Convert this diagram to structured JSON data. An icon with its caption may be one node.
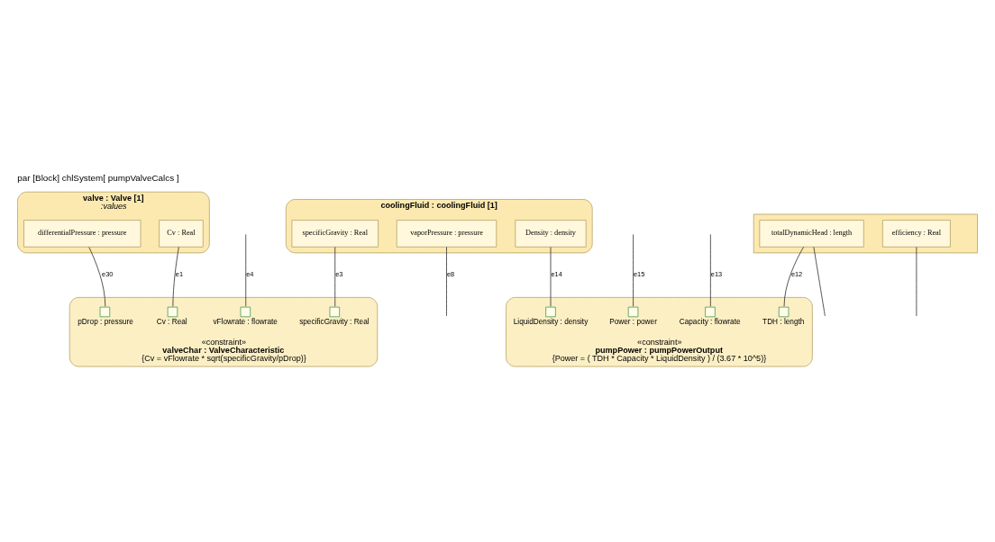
{
  "diagram": {
    "title": "par [Block] chlSystem[ pumpValveCalcs ]",
    "nodes": [
      {
        "text": [
          "valve : Valve [1]",
          ":values"
        ]
      },
      {
        "text": [
          "differentialPressure : pressure"
        ],
        "in": 0
      },
      {
        "text": [
          "Cv : Real"
        ],
        "in": 0
      },
      {
        "text": [
          "coolingFluid : coolingFluid [1]"
        ]
      },
      {
        "text": [
          "vaporPressure : pressure"
        ],
        "in": 3
      },
      {
        "text": [
          "specificGravity : Real"
        ],
        "in": 3
      },
      {
        "text": [
          "Density : density"
        ],
        "in": 3
      },
      {
        "text": [],
        "shape": "box"
      },
      {
        "text": [
          "totalDynamicHead : length"
        ],
        "in": 7
      },
      {
        "text": [
          "efficiency : Real"
        ],
        "in": 7
      },
      {
        "text": [
          "«constraint»",
          "valveChar : ValveCharacteristic",
          "{Cv = vFlowrate * sqrt(specificGravity/pDrop)}"
        ]
      },
      {
        "text": [],
        "shape": "box",
        "beside": [
          "Cv : Real"
        ],
        "in": 10
      },
      {
        "text": [],
        "shape": "box",
        "beside": [
          "specificGravity : Real"
        ],
        "in": 10
      },
      {
        "text": [],
        "shape": "box",
        "beside": [
          "vFlowrate : flowrate"
        ],
        "in": 10
      },
      {
        "text": [],
        "shape": "box",
        "beside": [
          "pDrop : pressure"
        ],
        "in": 10
      },
      {
        "text": [
          "«constraint»",
          "pumpPower : pumpPowerOutput",
          "{Power = ( TDH * Capacity * LiquidDensity ) / (3.67 * 10^5)}"
        ]
      },
      {
        "text": [],
        "shape": "box",
        "beside": [
          "LiquidDensity : density"
        ],
        "in": 15
      },
      {
        "text": [],
        "shape": "box",
        "beside": [
          "TDH : length"
        ],
        "in": 15
      },
      {
        "text": [],
        "shape": "box",
        "beside": [
          "Capacity : flowrate"
        ],
        "in": 15
      },
      {
        "text": [],
        "shape": "box",
        "beside": [
          "Power : power"
        ],
        "in": 15
      }
    ],
    "edges": [
      {
        "from": 19,
        "to": null,
        "arrow": "none",
        "label": "e15"
      },
      {
        "from": 2,
        "to": 11,
        "arrow": "none",
        "label": "e1"
      },
      {
        "from": 1,
        "to": 14,
        "arrow": "none",
        "label": "e30"
      },
      {
        "from": 5,
        "to": 12,
        "arrow": "none",
        "label": "e3"
      },
      {
        "from": 6,
        "to": 16,
        "arrow": "none",
        "label": "e14"
      },
      {
        "from": 4,
        "to": null,
        "arrow": "none",
        "label": "e8"
      },
      {
        "from": 13,
        "to": null,
        "arrow": "none",
        "label": "e4"
      },
      {
        "from": 8,
        "to": 17,
        "arrow": "none",
        "label": "e12"
      },
      {
        "from": 18,
        "to": null,
        "arrow": "none",
        "label": "e13"
      },
      {
        "from": 8,
        "to": null,
        "arrow": "none"
      },
      {
        "from": 9,
        "to": null,
        "arrow": "none"
      }
    ]
  }
}
